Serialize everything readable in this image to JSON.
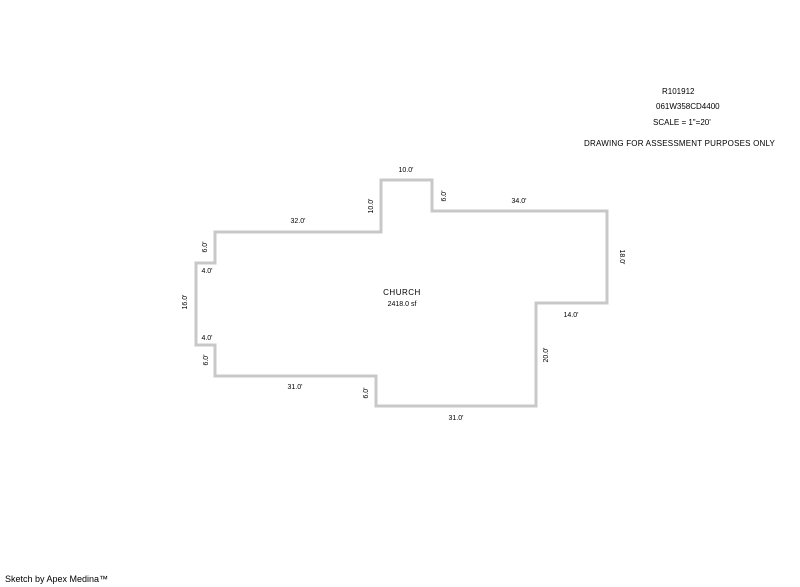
{
  "header": {
    "record_id": "R101912",
    "parcel_id": "061W358CD4400",
    "scale": "SCALE = 1\"=20'",
    "note": "DRAWING FOR ASSESSMENT PURPOSES ONLY"
  },
  "sketch": {
    "outline_color": "#c8c8c8",
    "label": "CHURCH",
    "area": "2418.0 sf",
    "dimensions": {
      "top_step": "10.0'",
      "top_step_left": "10.0'",
      "top_step_right": "6.0'",
      "top_right": "34.0'",
      "top_left": "32.0'",
      "right_side": "18.0'",
      "right_notch": "14.0'",
      "right_lower": "20.0'",
      "bottom_right": "31.0'",
      "bottom_step": "6.0'",
      "bottom_left": "31.0'",
      "left_upper_step": "6.0'",
      "left_upper_jog": "4.0'",
      "left_side": "16.0'",
      "left_lower_jog": "4.0'",
      "left_lower_step": "6.0'"
    }
  },
  "footer": "Sketch by Apex Medina™"
}
